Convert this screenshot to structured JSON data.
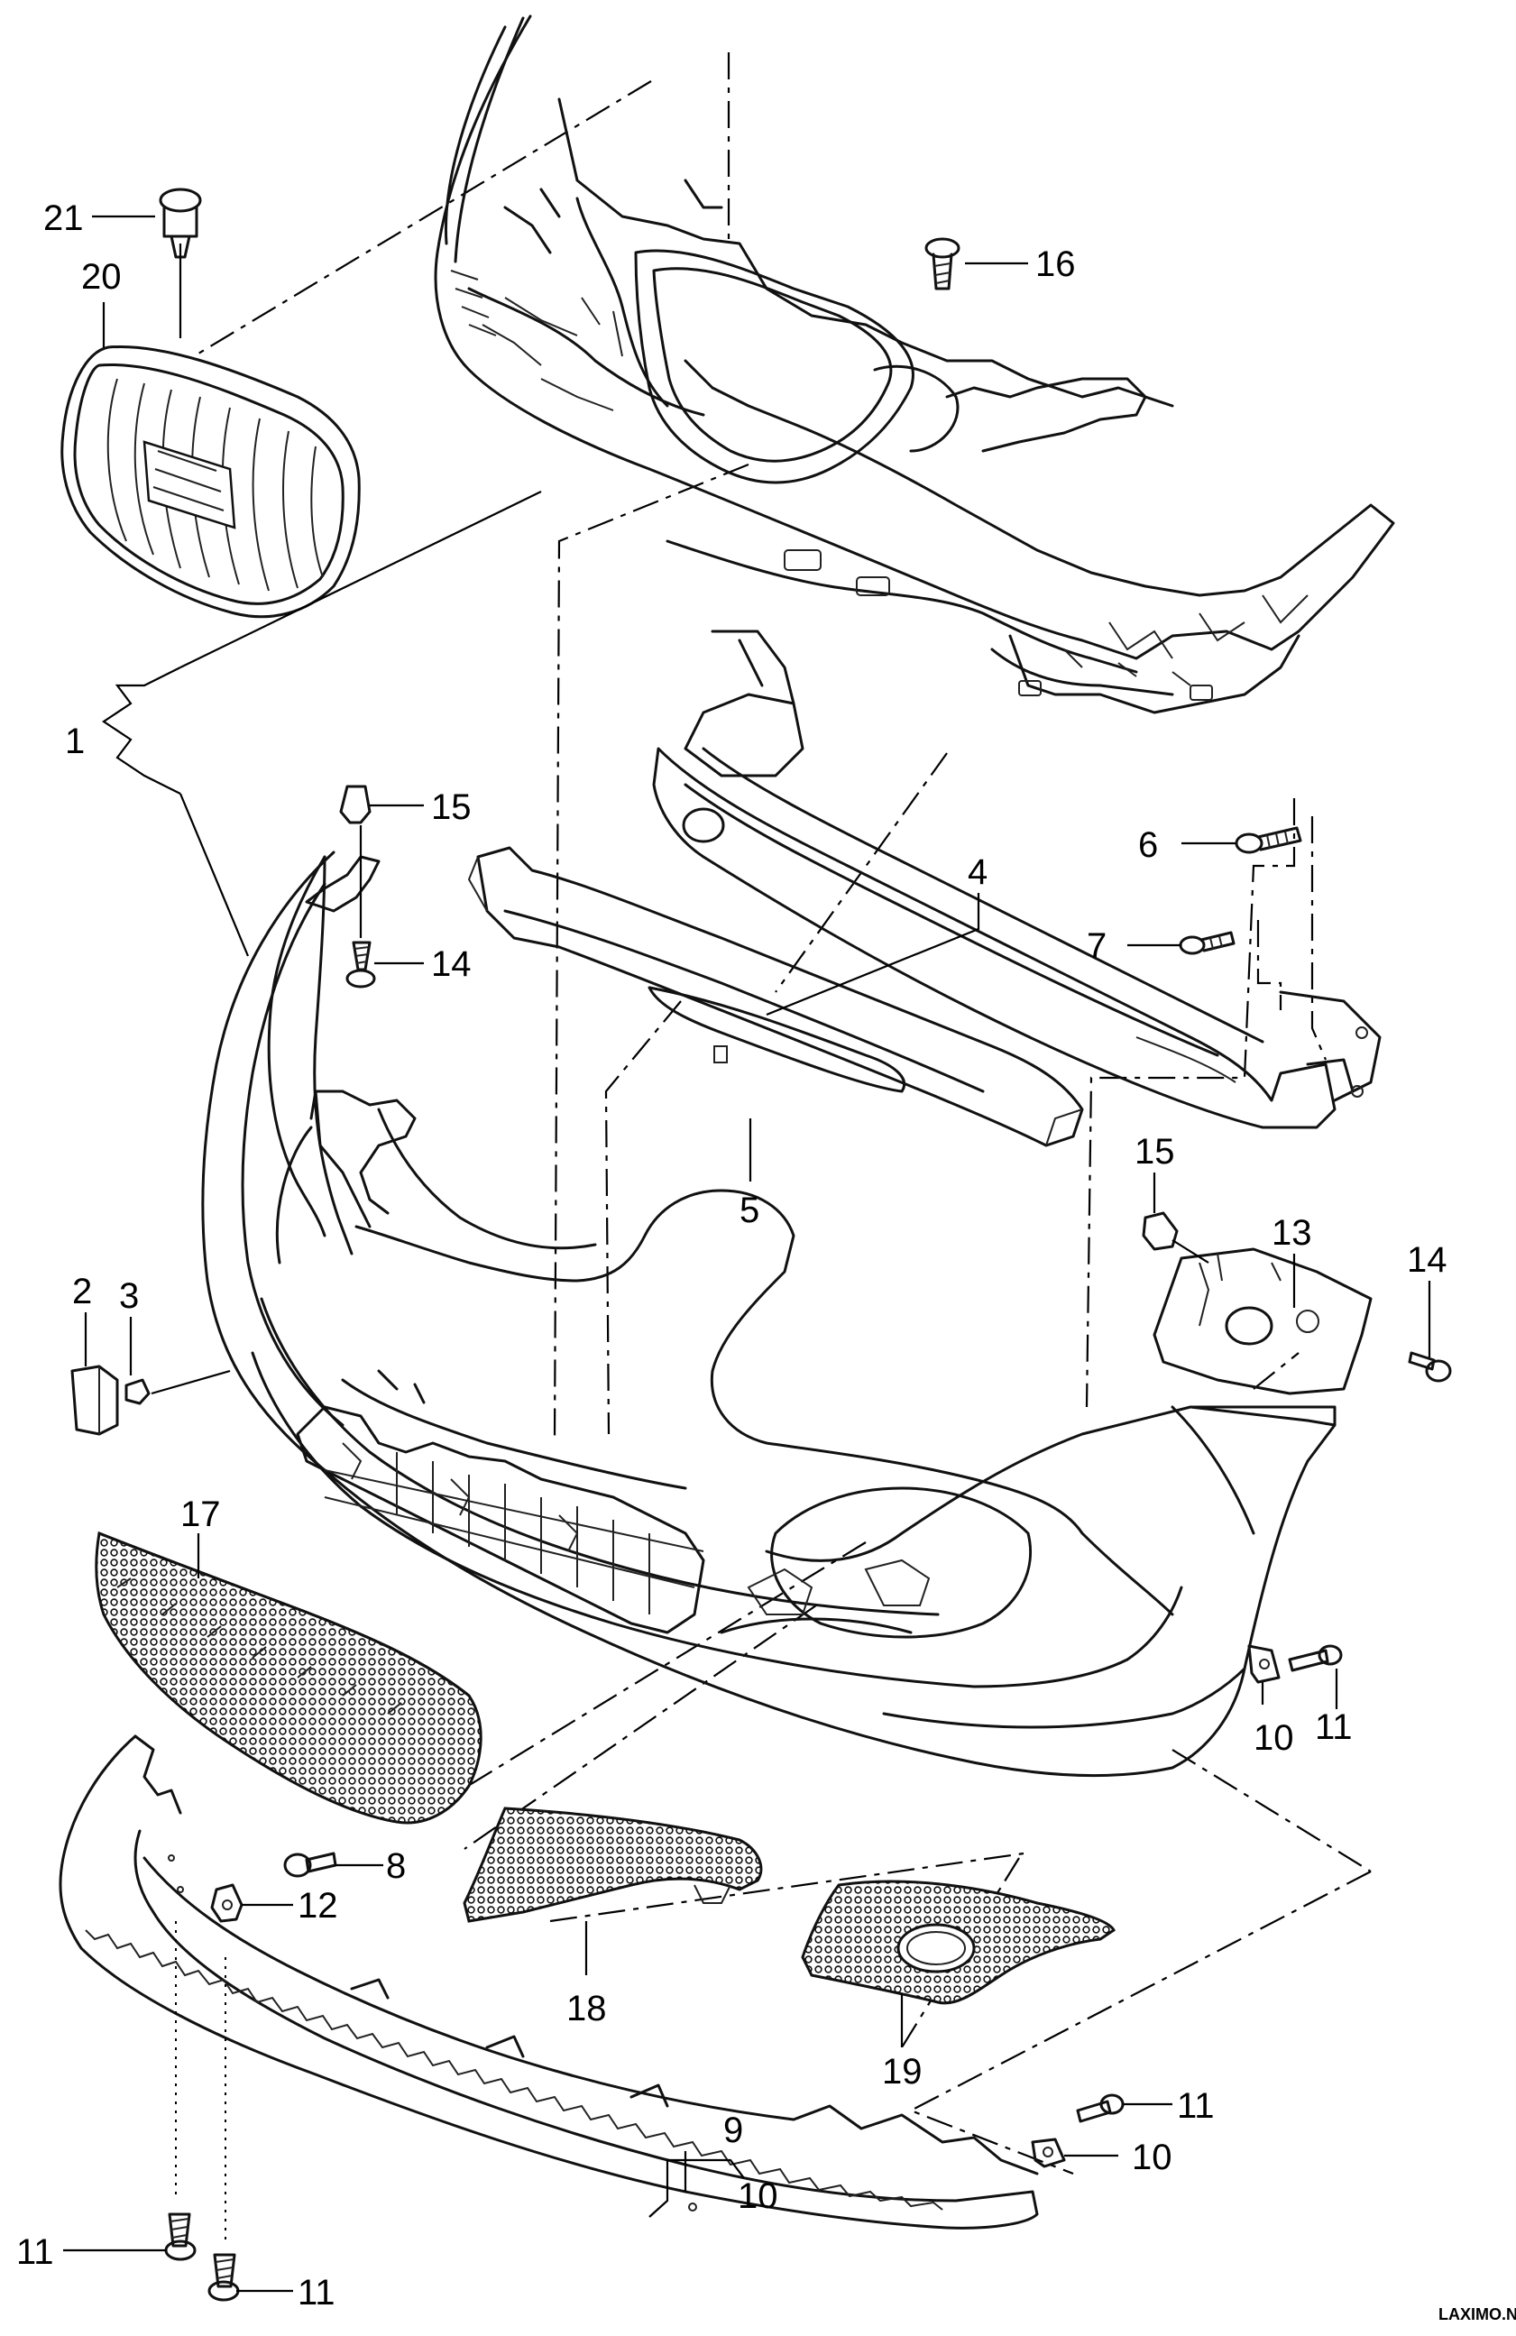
{
  "callouts": {
    "c1": "1",
    "c2": "2",
    "c3": "3",
    "c4": "4",
    "c5": "5",
    "c6": "6",
    "c7": "7",
    "c8": "8",
    "c9": "9",
    "c10a": "10",
    "c10b": "10",
    "c10c": "10",
    "c11a": "11",
    "c11b": "11",
    "c11c": "11",
    "c11d": "11",
    "c12": "12",
    "c13": "13",
    "c14a": "14",
    "c14b": "14",
    "c15a": "15",
    "c15b": "15",
    "c16": "16",
    "c17": "17",
    "c18": "18",
    "c19": "19",
    "c20": "20",
    "c21": "21"
  },
  "watermark": "LAXIMO.NET"
}
